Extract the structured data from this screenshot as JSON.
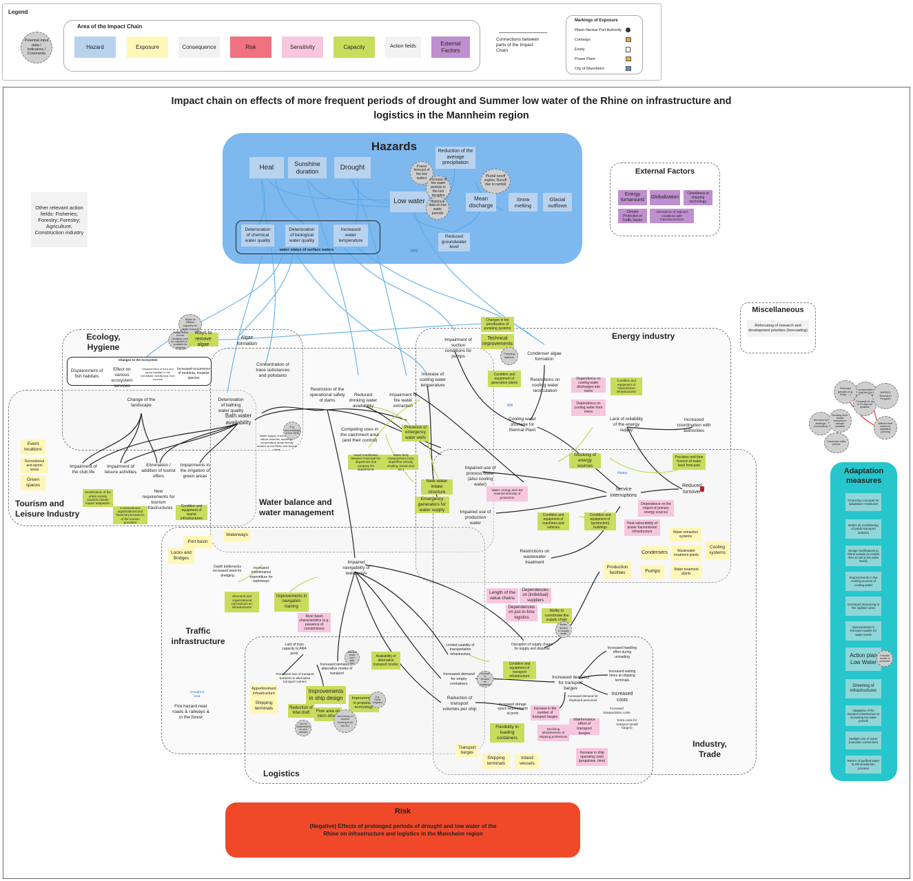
{
  "legend": {
    "title": "Legend",
    "input_data": "Potential input data / indicators / Comments",
    "area_title": "Area of the Impact Chain",
    "items": [
      "Hazard",
      "Exposure",
      "Consequence",
      "Risk",
      "Sensitivity",
      "Capacity",
      "Action fields",
      "External Factors"
    ],
    "connections": "Connections between parts of the Impact Chain",
    "markings_title": "Markings of Exposure",
    "markings": [
      "Rhein-Neckar Port Authority",
      "Contargo",
      "Essity",
      "Power Plant",
      "City of Mannheim"
    ]
  },
  "title": "Impact chain on effects of more frequent periods of drought and Summer low water of the Rhine on infrastructure and logistics in the Mannheim region",
  "hazards": {
    "title": "Hazards",
    "heat": "Heat",
    "sunshine": "Sunshine duration",
    "drought": "Drought",
    "precip": "Reduction of the average precipitation",
    "low_water": "Low water",
    "mean_discharge": "Mean discharge",
    "snow": "Snow melting",
    "glacial": "Glacial outflows",
    "chem": "Deterioration of chemical water quality",
    "bio": "Deterioration of biological water quality",
    "temp": "Increased water temperature",
    "groundwater": "Reduced groundwater level",
    "status": "water status of surface waters",
    "c1": "Poorer forecast of the low waters",
    "c2": "Increase of low water periods in the last decades",
    "c3": "Historical data on low water periods",
    "c4": "Pluvial runoff regime, Runoff due to rainfall",
    "nw": "NW"
  },
  "external": {
    "title": "External Factors",
    "items": [
      "Energy turnaround",
      "Globalization",
      "Cleanliness of shipping technology",
      "Climate Protection in Traffic Sector",
      "Interactions of regional conditions with macroeconomics"
    ]
  },
  "other": "Other relevant action fields: Fisheries; Forestry; Forestry; Agriculture; Construction industry",
  "misc": {
    "title": "Miscellaneous",
    "text": "Refocusing of research and development priorities (forecasting)"
  },
  "areas": {
    "ecology": "Ecology, Hygiene",
    "tourism": "Tourism and Leisure Industry",
    "water": "Water balance and water management",
    "energy": "Energy industry",
    "traffic": "Traffic infrastructure",
    "logistics": "Logistics",
    "industry": "Industry, Trade"
  },
  "eco": {
    "ways": "Ways to remove algae",
    "algae": "Algae formation",
    "ecosystem": "Changes to the ecosystem",
    "fish": "Displacement of fish habitats",
    "effect": "Effect on various ecosystem services",
    "flora": "Displacement of flora and fauna habitats in the immediate vicinity/near river courses",
    "neobiota": "Increased occurrence of neobiota, invasive species",
    "landscape": "Change of the landscape",
    "trace": "Concentration of trace substances and pollutants",
    "c_algae": "Signs of limited capacity for algae removal",
    "c_algae2": "If algal bloom occurs: dredging could be required or is possible for shipping"
  },
  "tour": {
    "event": "Event locations",
    "sports": "Recreational and sports areas",
    "green": "Green spaces",
    "club": "Impairment of the club life",
    "leisure": "Impairment of leisure activities",
    "elim": "Elimination / addition of tourist offers",
    "irrigation": "Impairments in the irrigation of green areas",
    "new_req": "New requirements for tourism infrastructures",
    "sensitization": "Sensitization of the urban society towards climate impact adaptation",
    "constructional": "Constructional, organizational and financial precautions of the tourism providers",
    "condition": "Condition and equipment of tourist infrastructures"
  },
  "wb": {
    "bathing": "Deterioration of bathing water quality",
    "bath_av": "Bath water availability",
    "supply": "Water supply of surrounding nature reserves, landscape conservation areas directly located on the Rhine and Neckar rivers",
    "c_eg": "E.g. surroundings of the OEM",
    "dams": "Restriction of the operational safety of dams",
    "drinking": "Reduced drinking water availability",
    "fire": "Impairment of fire water extraction",
    "competing": "Competing uses in the catchment area (and their control)",
    "presence": "Presence of emergency water wells",
    "coordination": "Good coordination between municipal fire department and company fire departments",
    "body": "Water body characteristics (size, depth/flow velocity, shading, stream bed, etc.)",
    "waterways": "Waterways"
  },
  "energy": {
    "changes": "Changes in the prioritization of pumping systems",
    "tech": "Technical improvements",
    "pumping": "Pumping stations",
    "suction": "Impairment of suction conditions for pumps",
    "condenser": "Condenser algae formation",
    "cond_equip": "Condition and equipment of generation plants",
    "cooling_temp": "Increase of cooling water temperature",
    "recirc": "Restrictions on cooling water recirculation",
    "dep_discharge": "Dependence on cooling water discharges into rivers",
    "dep_rivers": "Dependence on cooling water from rivers",
    "trans": "Condition and equipment of transmission infrastructures",
    "reliability": "Lack of reliability of the energy supply",
    "coord_auth": "Increased coordination with authorities",
    "shortage": "Cooling water shortage for thermal Plant",
    "stocking": "Stocking of energy sources",
    "precision": "Precision and time horizon of water level forecasts",
    "service": "Service interruptions",
    "turnover": "Reduced turnover",
    "impaired_use": "Impaired use of process water (also cooling water)",
    "intake": "New water intake structure",
    "generators": "Emergency generators for water supply",
    "raw": "Water, energy and raw material intensity of production",
    "prod_water": "Impaired use of production water",
    "machines": "Condition and equipment of machines and vehicles",
    "buildings": "Condition and equipment of (production) buildings",
    "dep_primary": "Dependence on the import of primary energy sources",
    "heat_vuln": "Heat vulnerability of power transmission infrastructure",
    "wastewater_r": "Restrictions on wastewater treatment",
    "extraction": "Water extraction systems",
    "condensers": "Condensers",
    "ww_plants": "Wastewater treatment plants",
    "cooling_sys": "Cooling systems",
    "pumps": "Pumps",
    "wt_plants": "Water treatment plants",
    "prod_fac": "Production facilities",
    "nw": "NW",
    "heavy": "Heavy"
  },
  "traffic": {
    "port": "Port basin",
    "locks": "Locks and Bridges",
    "depth": "Depth bottlenecks increased need for dredging",
    "maint": "Increased maintenance expenditure for waterways",
    "navig": "Impaired navigability of waterways",
    "struct": "Structural and organizational precautions on infrastructures",
    "training": "Improvements in navigation training",
    "riverbasin": "River basin characteristics (e.g. presence of constrictions)",
    "drought_heat": "Drought & heat",
    "fire_hazard": "Fire hazard near roads & railways & in the forest"
  },
  "ind": {
    "length": "Length of the value chains",
    "dep_suppliers": "Dependencies on (individual) suppliers",
    "dep_jit": "Dependencies on just-in-time logistics",
    "ability": "Ability to coordinate the supply chain",
    "c_ability": "Better access to supply chain",
    "disruption": "Disruption of supply chains for supply and disposal",
    "handling": "Increased handling effort during unloading",
    "waiting": "Increased waiting times at shipping terminals",
    "costs": "Increased costs",
    "barges": "Increased demand for transport barges",
    "ship_staff": "Increased demand for shipboard personnel",
    "extra": "Extra costs for transport (small barges)",
    "inc_transport": "Increased transportation costs",
    "number": "Increase in the number of transport barges",
    "declining": "Declining attractiveness of shipping professions",
    "maint_barges": "Maintenance effort of transport barges",
    "operating": "Increase in ship operating costs (propulsion, time)"
  },
  "log": {
    "train": "Lack of train capacity to ARA ports",
    "permanent": "Permanent loss of transport business to alternative transport carriers",
    "alt_demand": "Increased demand for alternative modes of transport",
    "c_rail": "Rail and truck can't take over",
    "alt_avail": "Availability of alternative transport modes",
    "apport": "Apportionment infrastructure",
    "shipping_t": "Shipping terminals",
    "ship_design": "Improvements in ship design",
    "propulsion": "Improvements in propulsion technology",
    "c_rhine": "E.g. Rhine freighters",
    "draft": "Reduction of total draft",
    "flow": "Flow area on stern drives",
    "c_conv": "Can be implemented on new vehicles",
    "c_fund": "Necessary to receive funding from the EU",
    "limited": "Limited usability of transportation infrastructure",
    "condition": "Condition and equipment of transport infrastructure",
    "empty": "Increased demand for empty containers",
    "c_empty": "Increase in demand for containers",
    "volumes": "Reduction of transport volumes per ship",
    "storage": "Increased storage space requirements at ports",
    "flexibility": "Flexibility in loading containers",
    "transport_b": "Transport barges",
    "shipping_t2": "Shipping terminals",
    "inland": "Inland vessels"
  },
  "right": {
    "c1": "Compensation formation for water levels in the Rhine",
    "c2": "Relevant gauges (e.g. Kaub, ...)",
    "c3": "Forecasts for up to 14 days are available",
    "c4": "IMPREX Research Program",
    "c5": "Services for strategic forecasting",
    "c6": "Breaking down climate scenarios to relevant variables",
    "c7": "Successive water periods",
    "c8": "Different time scales for adaptation planning"
  },
  "adapt": {
    "title": "Adaptation measures",
    "items": [
      "Financing concepts for adaptation measures",
      "Better air conditioning of public transport vehicles",
      "Design modifications to Rhine vessels (to enable them to sail at low water levels)",
      "Improvements in the cooling process of cooling water",
      "Increased insourcing in the logistics area",
      "Improvements in forecast models for water levels",
      "Action plan Low Water",
      "Greening of infrastructures",
      "Adaptation of the transport infrastructure to increasing low water periods",
      "Multiple use of water (cascade connection)",
      "Return of purified water to the production process"
    ],
    "c_action": "Possible bundle of measures"
  },
  "risk": {
    "title": "Risk",
    "text": "(Negative) Effects of prolonged periods of drought and low water of the Rhine on infrastructure and logistics in the Mannheim region"
  },
  "colors": {
    "hazard_area": "#7db8ee",
    "hazard": "#b9d3ef",
    "exposure": "#fff7b8",
    "risk": "#f0717f",
    "sensitivity": "#f7c6df",
    "capacity": "#c9dc5c",
    "external": "#bf8fcf",
    "adaptation": "#26c6cc",
    "risk_box": "#f0492a"
  }
}
